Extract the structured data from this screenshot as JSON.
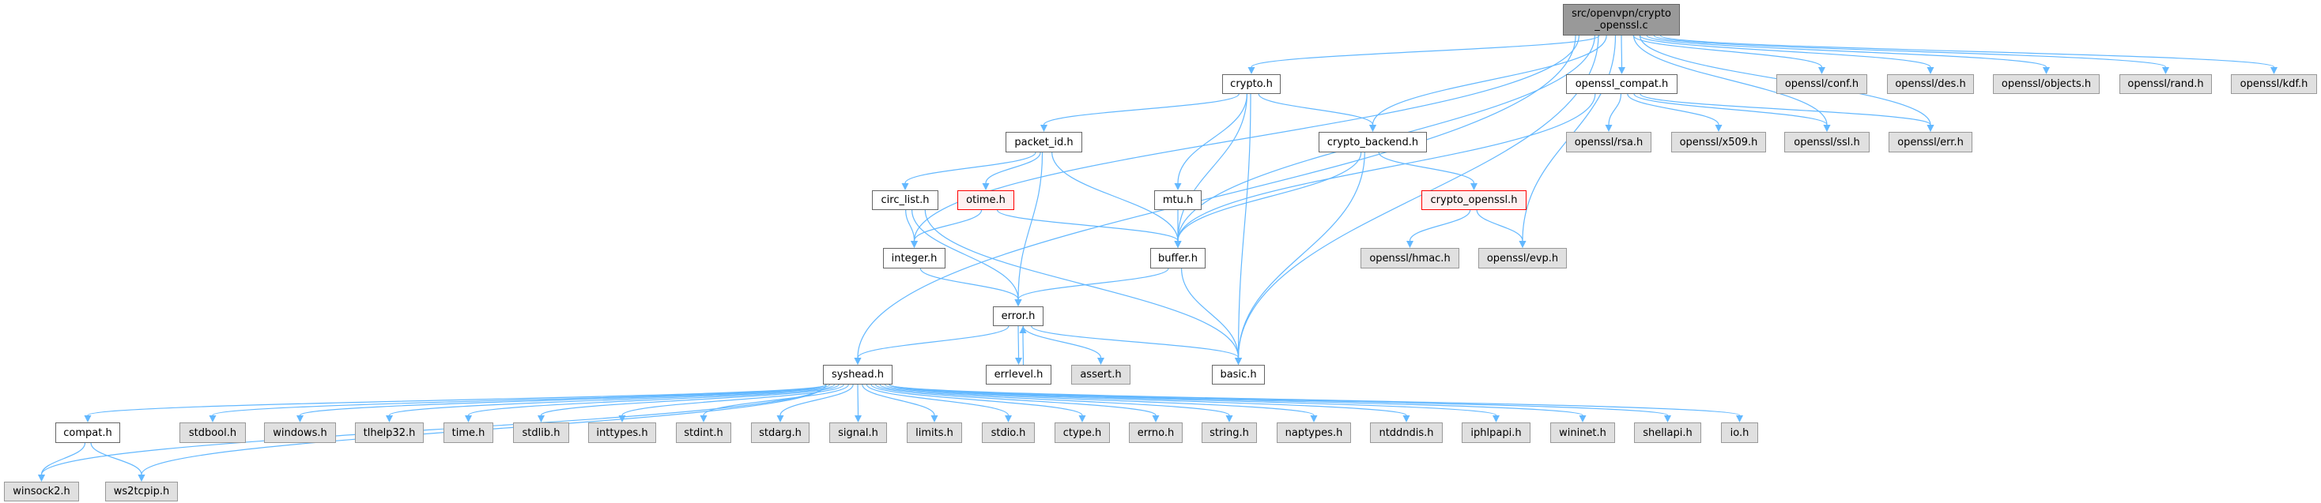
{
  "colors": {
    "edge": "#63b8ff",
    "root_fill": "#999999",
    "external_fill": "#e0e0e0",
    "incomplete_border": "#ff0000"
  },
  "nodes": {
    "root": {
      "label": "src/openvpn/crypto\n_openssl.c",
      "kind": "root"
    },
    "crypto": {
      "label": "crypto.h",
      "kind": "internal"
    },
    "openssl_compat": {
      "label": "openssl_compat.h",
      "kind": "internal"
    },
    "conf": {
      "label": "openssl/conf.h",
      "kind": "external"
    },
    "des": {
      "label": "openssl/des.h",
      "kind": "external"
    },
    "objects": {
      "label": "openssl/objects.h",
      "kind": "external"
    },
    "rand": {
      "label": "openssl/rand.h",
      "kind": "external"
    },
    "kdf": {
      "label": "openssl/kdf.h",
      "kind": "external"
    },
    "packet_id": {
      "label": "packet_id.h",
      "kind": "internal"
    },
    "crypto_backend": {
      "label": "crypto_backend.h",
      "kind": "internal"
    },
    "rsa": {
      "label": "openssl/rsa.h",
      "kind": "external"
    },
    "x509": {
      "label": "openssl/x509.h",
      "kind": "external"
    },
    "ssl": {
      "label": "openssl/ssl.h",
      "kind": "external"
    },
    "err": {
      "label": "openssl/err.h",
      "kind": "external"
    },
    "circ_list": {
      "label": "circ_list.h",
      "kind": "internal"
    },
    "otime": {
      "label": "otime.h",
      "kind": "incomplete"
    },
    "mtu": {
      "label": "mtu.h",
      "kind": "internal"
    },
    "crypto_openssl": {
      "label": "crypto_openssl.h",
      "kind": "incomplete"
    },
    "integer": {
      "label": "integer.h",
      "kind": "internal"
    },
    "buffer": {
      "label": "buffer.h",
      "kind": "internal"
    },
    "hmac": {
      "label": "openssl/hmac.h",
      "kind": "external"
    },
    "evp": {
      "label": "openssl/evp.h",
      "kind": "external"
    },
    "error": {
      "label": "error.h",
      "kind": "internal"
    },
    "syshead": {
      "label": "syshead.h",
      "kind": "internal"
    },
    "errlevel": {
      "label": "errlevel.h",
      "kind": "internal"
    },
    "assert": {
      "label": "assert.h",
      "kind": "external"
    },
    "basic": {
      "label": "basic.h",
      "kind": "internal"
    },
    "compat": {
      "label": "compat.h",
      "kind": "internal"
    },
    "stdbool": {
      "label": "stdbool.h",
      "kind": "external"
    },
    "windows": {
      "label": "windows.h",
      "kind": "external"
    },
    "tlhelp32": {
      "label": "tlhelp32.h",
      "kind": "external"
    },
    "time": {
      "label": "time.h",
      "kind": "external"
    },
    "stdlib": {
      "label": "stdlib.h",
      "kind": "external"
    },
    "inttypes": {
      "label": "inttypes.h",
      "kind": "external"
    },
    "stdint": {
      "label": "stdint.h",
      "kind": "external"
    },
    "stdarg": {
      "label": "stdarg.h",
      "kind": "external"
    },
    "signal": {
      "label": "signal.h",
      "kind": "external"
    },
    "limits": {
      "label": "limits.h",
      "kind": "external"
    },
    "stdio": {
      "label": "stdio.h",
      "kind": "external"
    },
    "ctype": {
      "label": "ctype.h",
      "kind": "external"
    },
    "errno": {
      "label": "errno.h",
      "kind": "external"
    },
    "string": {
      "label": "string.h",
      "kind": "external"
    },
    "naptypes": {
      "label": "naptypes.h",
      "kind": "external"
    },
    "ntddndis": {
      "label": "ntddndis.h",
      "kind": "external"
    },
    "iphlpapi": {
      "label": "iphlpapi.h",
      "kind": "external"
    },
    "wininet": {
      "label": "wininet.h",
      "kind": "external"
    },
    "shellapi": {
      "label": "shellapi.h",
      "kind": "external"
    },
    "io": {
      "label": "io.h",
      "kind": "external"
    },
    "winsock2": {
      "label": "winsock2.h",
      "kind": "external"
    },
    "ws2tcpip": {
      "label": "ws2tcpip.h",
      "kind": "external"
    }
  },
  "edges": [
    [
      "root",
      "syshead"
    ],
    [
      "root",
      "integer"
    ],
    [
      "root",
      "buffer"
    ],
    [
      "root",
      "crypto"
    ],
    [
      "root",
      "crypto_backend"
    ],
    [
      "root",
      "evp"
    ],
    [
      "root",
      "basic"
    ],
    [
      "root",
      "openssl_compat"
    ],
    [
      "root",
      "ssl"
    ],
    [
      "root",
      "err"
    ],
    [
      "root",
      "conf"
    ],
    [
      "root",
      "des"
    ],
    [
      "root",
      "objects"
    ],
    [
      "root",
      "rand"
    ],
    [
      "root",
      "kdf"
    ],
    [
      "crypto",
      "packet_id"
    ],
    [
      "crypto",
      "crypto_backend"
    ],
    [
      "crypto",
      "mtu"
    ],
    [
      "crypto",
      "buffer"
    ],
    [
      "crypto",
      "basic"
    ],
    [
      "packet_id",
      "circ_list"
    ],
    [
      "packet_id",
      "otime"
    ],
    [
      "packet_id",
      "error"
    ],
    [
      "packet_id",
      "buffer"
    ],
    [
      "crypto_backend",
      "buffer"
    ],
    [
      "crypto_backend",
      "basic"
    ],
    [
      "crypto_backend",
      "crypto_openssl"
    ],
    [
      "crypto_openssl",
      "hmac"
    ],
    [
      "crypto_openssl",
      "evp"
    ],
    [
      "openssl_compat",
      "buffer"
    ],
    [
      "openssl_compat",
      "rsa"
    ],
    [
      "openssl_compat",
      "x509"
    ],
    [
      "openssl_compat",
      "ssl"
    ],
    [
      "openssl_compat",
      "err"
    ],
    [
      "circ_list",
      "integer"
    ],
    [
      "circ_list",
      "error"
    ],
    [
      "circ_list",
      "basic"
    ],
    [
      "otime",
      "integer"
    ],
    [
      "otime",
      "buffer"
    ],
    [
      "mtu",
      "buffer"
    ],
    [
      "integer",
      "error"
    ],
    [
      "buffer",
      "error"
    ],
    [
      "buffer",
      "basic"
    ],
    [
      "error",
      "syshead"
    ],
    [
      "error",
      "errlevel"
    ],
    [
      "error",
      "assert"
    ],
    [
      "error",
      "basic"
    ],
    [
      "errlevel",
      "error"
    ],
    [
      "syshead",
      "compat"
    ],
    [
      "syshead",
      "winsock2"
    ],
    [
      "syshead",
      "ws2tcpip"
    ],
    [
      "syshead",
      "stdbool"
    ],
    [
      "syshead",
      "windows"
    ],
    [
      "syshead",
      "tlhelp32"
    ],
    [
      "syshead",
      "time"
    ],
    [
      "syshead",
      "stdlib"
    ],
    [
      "syshead",
      "inttypes"
    ],
    [
      "syshead",
      "stdint"
    ],
    [
      "syshead",
      "stdarg"
    ],
    [
      "syshead",
      "signal"
    ],
    [
      "syshead",
      "limits"
    ],
    [
      "syshead",
      "stdio"
    ],
    [
      "syshead",
      "ctype"
    ],
    [
      "syshead",
      "errno"
    ],
    [
      "syshead",
      "string"
    ],
    [
      "syshead",
      "naptypes"
    ],
    [
      "syshead",
      "ntddndis"
    ],
    [
      "syshead",
      "iphlpapi"
    ],
    [
      "syshead",
      "wininet"
    ],
    [
      "syshead",
      "shellapi"
    ],
    [
      "syshead",
      "io"
    ],
    [
      "compat",
      "winsock2"
    ],
    [
      "compat",
      "ws2tcpip"
    ]
  ]
}
